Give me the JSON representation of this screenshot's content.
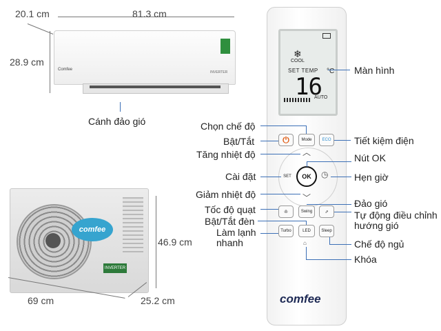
{
  "dimensions": {
    "indoor_depth": "20.1 cm",
    "indoor_width": "81.3 cm",
    "indoor_height": "28.9 cm",
    "outdoor_height": "46.9 cm",
    "outdoor_width": "69 cm",
    "outdoor_depth": "25.2 cm"
  },
  "indoor": {
    "flap_label": "Cánh đảo gió",
    "brand": "Comfee",
    "inverter": "INVERTER"
  },
  "outdoor": {
    "brand": "comfee",
    "inverter_tag": "INVERTER"
  },
  "remote": {
    "lcd": {
      "mode": "COOL",
      "set_temp_label": "SET TEMP",
      "temperature": "16",
      "unit": "°C",
      "fan": "AUTO"
    },
    "buttons": {
      "mode": "Mode",
      "eco": "ECO",
      "set": "SET",
      "ok": "OK",
      "swing": "Swing",
      "turbo": "Turbo",
      "led": "LED",
      "sleep": "Sleep"
    },
    "logo": "comfee"
  },
  "labels": {
    "screen": "Màn hình",
    "choose_mode": "Chọn chế độ",
    "power": "Bật/Tắt",
    "eco": "Tiết kiệm điện",
    "temp_up": "Tăng nhiệt độ",
    "ok_button": "Nút OK",
    "settings": "Cài đặt",
    "timer": "Hẹn giờ",
    "temp_down": "Giảm nhiệt độ",
    "swing": "Đảo gió",
    "fan_speed": "Tốc độ quạt",
    "auto_direction": "Tự động điều chỉnh hướng gió",
    "led_toggle": "Bật/Tắt đèn",
    "turbo": "Làm lạnh nhanh",
    "sleep": "Chế độ ngủ",
    "lock": "Khóa"
  }
}
